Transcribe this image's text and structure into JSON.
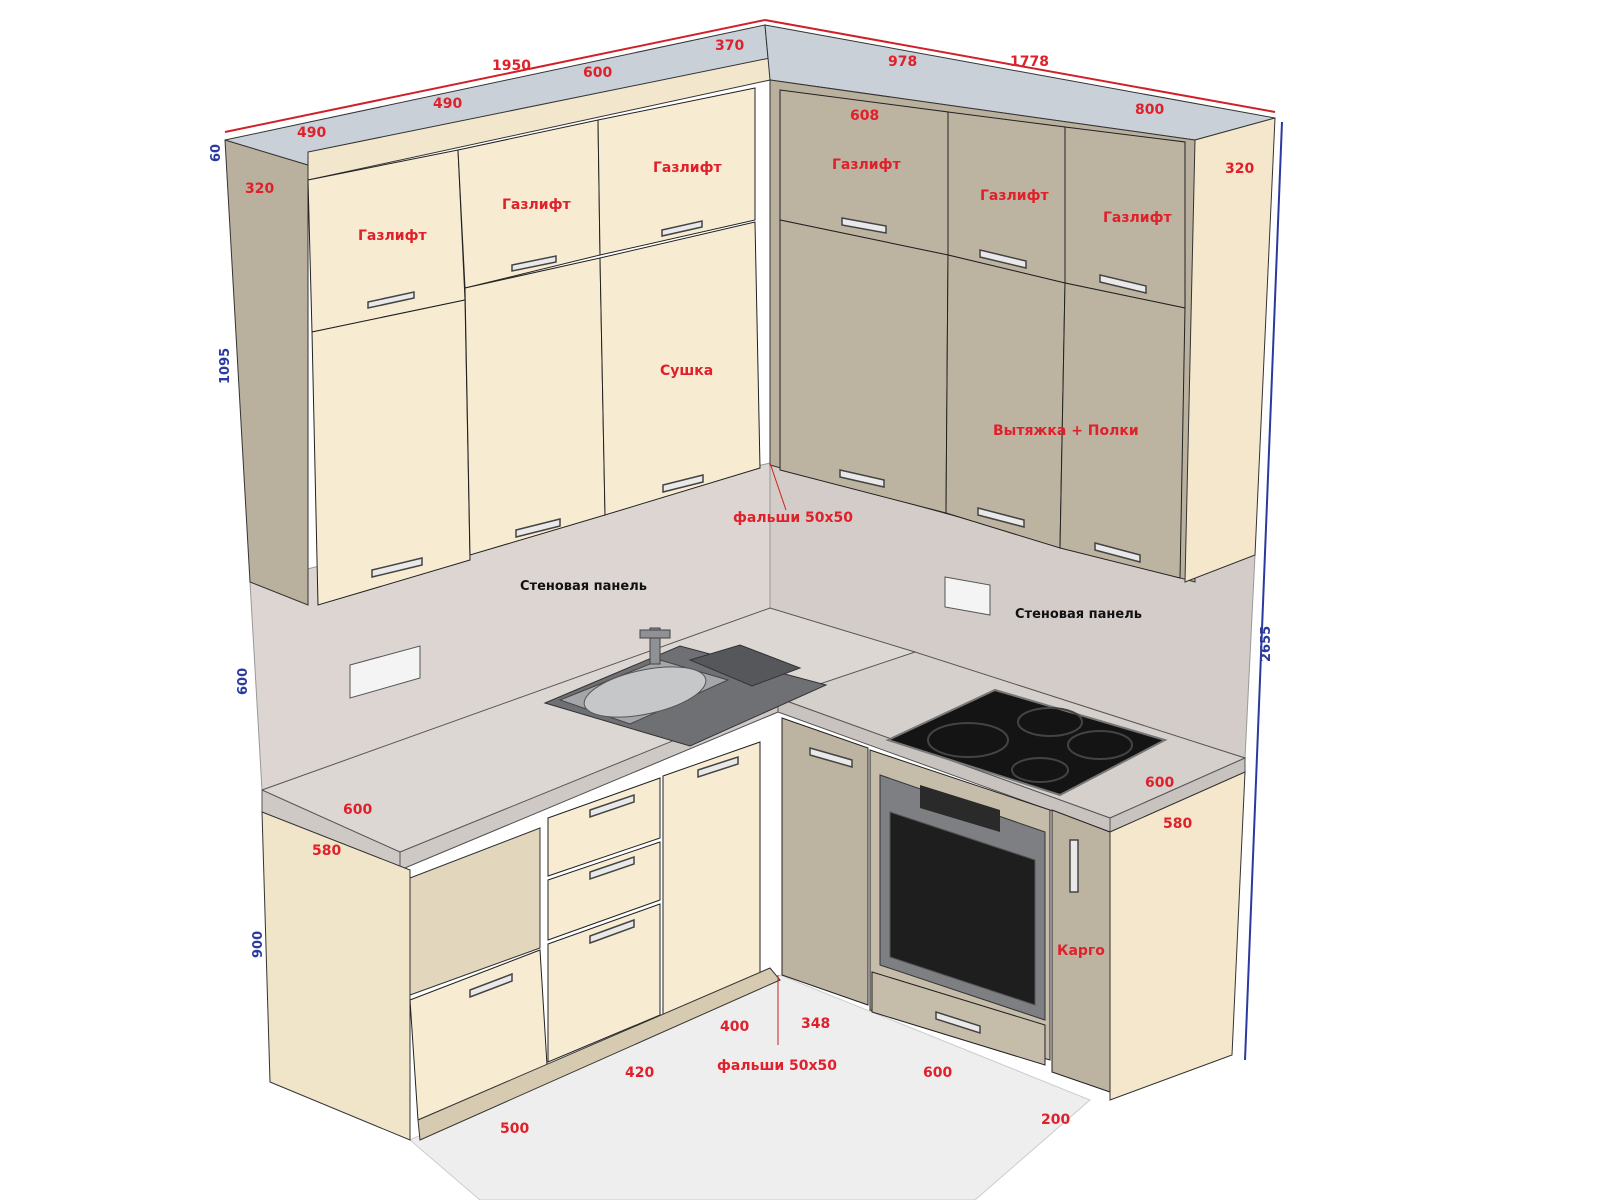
{
  "colors": {
    "facade": "#f7ecd2",
    "carcass": "#b9b09e",
    "carcass_dark": "#a79f8d",
    "top_rail": "#c9d0d8",
    "countertop": "#ddd7d4",
    "backsplash": "#d9d2ce",
    "floor": "#eeeeee",
    "hob": "#141414",
    "steel": "#8d8f92",
    "dim_red": "#e0202a",
    "dim_blue": "#2b3a9e"
  },
  "dimensions_top": {
    "d1950": "1950",
    "d370": "370",
    "d978": "978",
    "d1778": "1778",
    "d600_top": "600",
    "d490_a": "490",
    "d490_b": "490",
    "d608": "608",
    "d800": "800",
    "d320_left": "320",
    "d320_right": "320"
  },
  "dimensions_vertical": {
    "d60": "60",
    "d1095": "1095",
    "d600": "600",
    "d900": "900",
    "d2655": "2655"
  },
  "dimensions_bottom": {
    "d600_left": "600",
    "d580_left": "580",
    "d600_right": "600",
    "d580_right": "580",
    "d400": "400",
    "d348": "348",
    "d420": "420",
    "d500": "500",
    "d600_floor": "600",
    "d200": "200"
  },
  "annotations": {
    "gaslift": "Газлифт",
    "drying": "Сушка",
    "hood_shelves": "Вытяжка + Полки",
    "filler_top": "фальши 50х50",
    "filler_bottom": "фальши 50х50",
    "wall_panel_left": "Стеновая панель",
    "wall_panel_right": "Стеновая панель",
    "cargo": "Карго"
  }
}
